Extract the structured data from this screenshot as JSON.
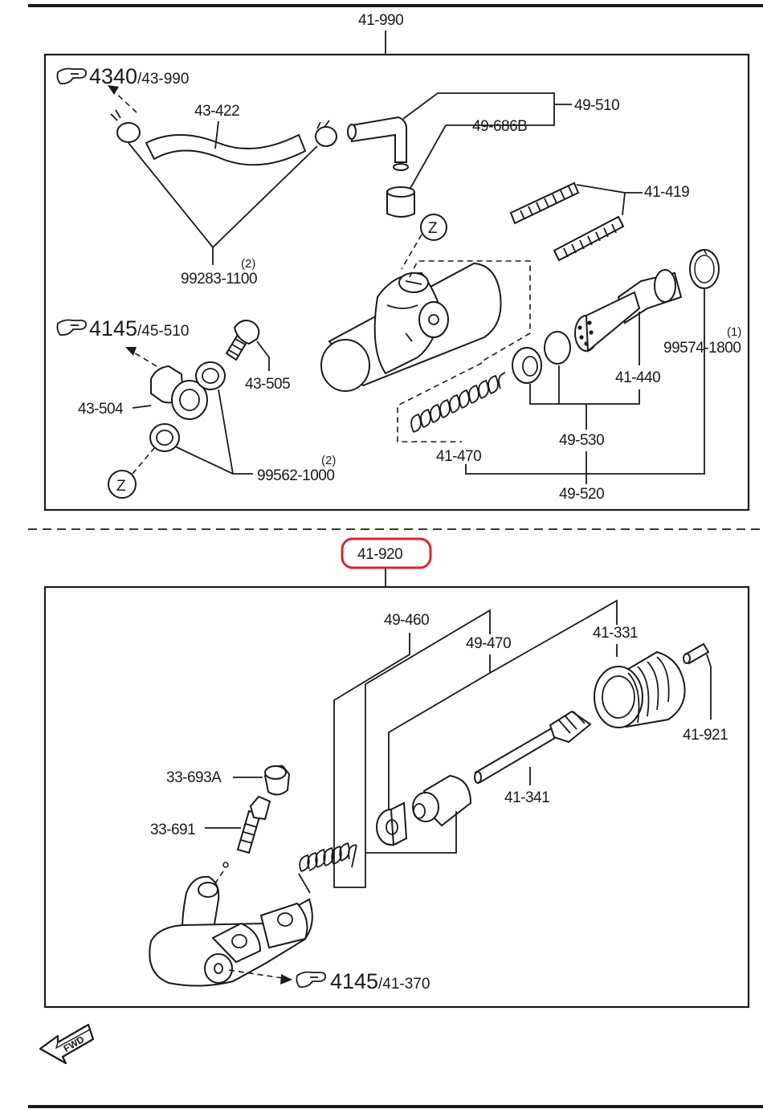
{
  "colors": {
    "ink": "#1a1a1a",
    "highlight": "#d9262e",
    "background": "#ffffff"
  },
  "upper_assembly": {
    "part_number": "41-990",
    "ref_hose_group": {
      "number": "4340",
      "ref": "/43-990"
    },
    "ref_bolt_group": {
      "number": "4145",
      "ref": "/45-510"
    },
    "labels": {
      "hose": "43-422",
      "clamp": "99283-1100",
      "clamp_qty": "(2)",
      "union_bolt": "43-505",
      "union": "43-504",
      "washer": "99562-1000",
      "washer_qty": "(2)",
      "pipe_assembly": "49-510",
      "reservoir_cap": "49-686B",
      "studs": "41-419",
      "snap_ring": "99574-1800",
      "snap_ring_qty": "(1)",
      "piston": "41-440",
      "spring": "41-470",
      "cup_set": "49-530",
      "repair_kit": "49-520"
    },
    "detail_marker": "Z"
  },
  "lower_assembly": {
    "part_number": "41-920",
    "ref_bolt_group": {
      "number": "4145",
      "ref": "/41-370"
    },
    "labels": {
      "repair_kit": "49-460",
      "piston_kit": "49-470",
      "boot": "41-331",
      "pin": "41-921",
      "push_rod": "41-341",
      "bleeder_cap": "33-693A",
      "bleeder_screw": "33-691"
    }
  },
  "fwd_arrow": {
    "label": "FWD",
    "icon": "forward-direction-arrow-icon"
  }
}
